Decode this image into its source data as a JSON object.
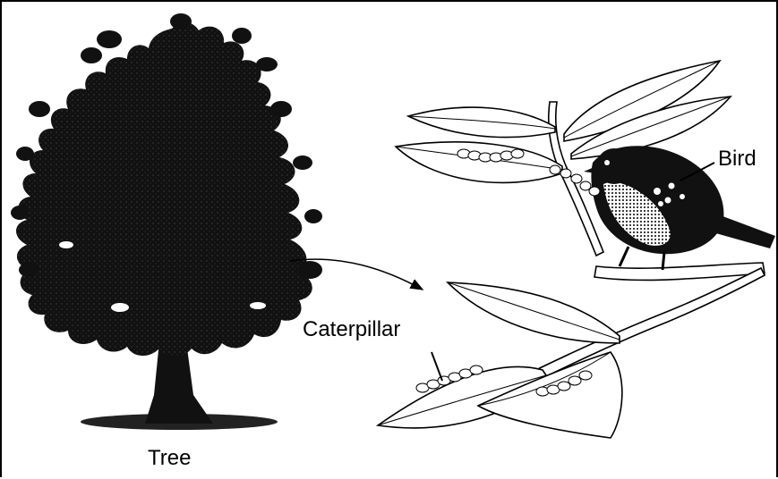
{
  "labels": {
    "tree": "Tree",
    "bird": "Bird",
    "caterpillar": "Caterpillar"
  },
  "colors": {
    "ink": "#000000",
    "background": "#ffffff",
    "leaf_fill": "#ffffff"
  },
  "icons": {
    "tree": "tree-silhouette-icon",
    "bird": "bird-icon",
    "caterpillar": "caterpillar-icon",
    "leaf": "leaf-icon"
  }
}
